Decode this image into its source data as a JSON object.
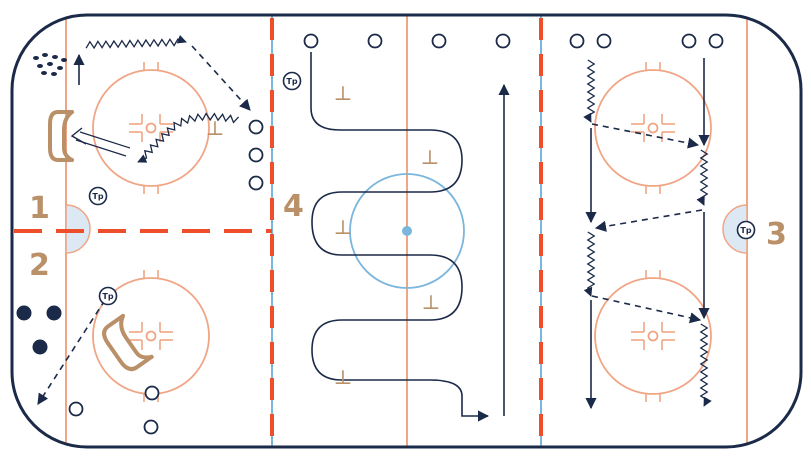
{
  "colors": {
    "navy": "#1b2a48",
    "red_line": "#ef4e2a",
    "faceoff": "#f0a585",
    "blue_line": "#7bb6dc",
    "crease_fill": "#dce9f4",
    "tan": "#b99068",
    "board": "#1b2a48"
  },
  "zone_labels": [
    "1",
    "2",
    "3",
    "4"
  ],
  "coach_label": "Tp",
  "pylon_glyph": "⊥",
  "icons": {
    "player": "player-icon",
    "coach": "coach-icon",
    "pylon": "pylon-icon",
    "pucks": "puck-pile-icon",
    "net": "net-icon"
  }
}
